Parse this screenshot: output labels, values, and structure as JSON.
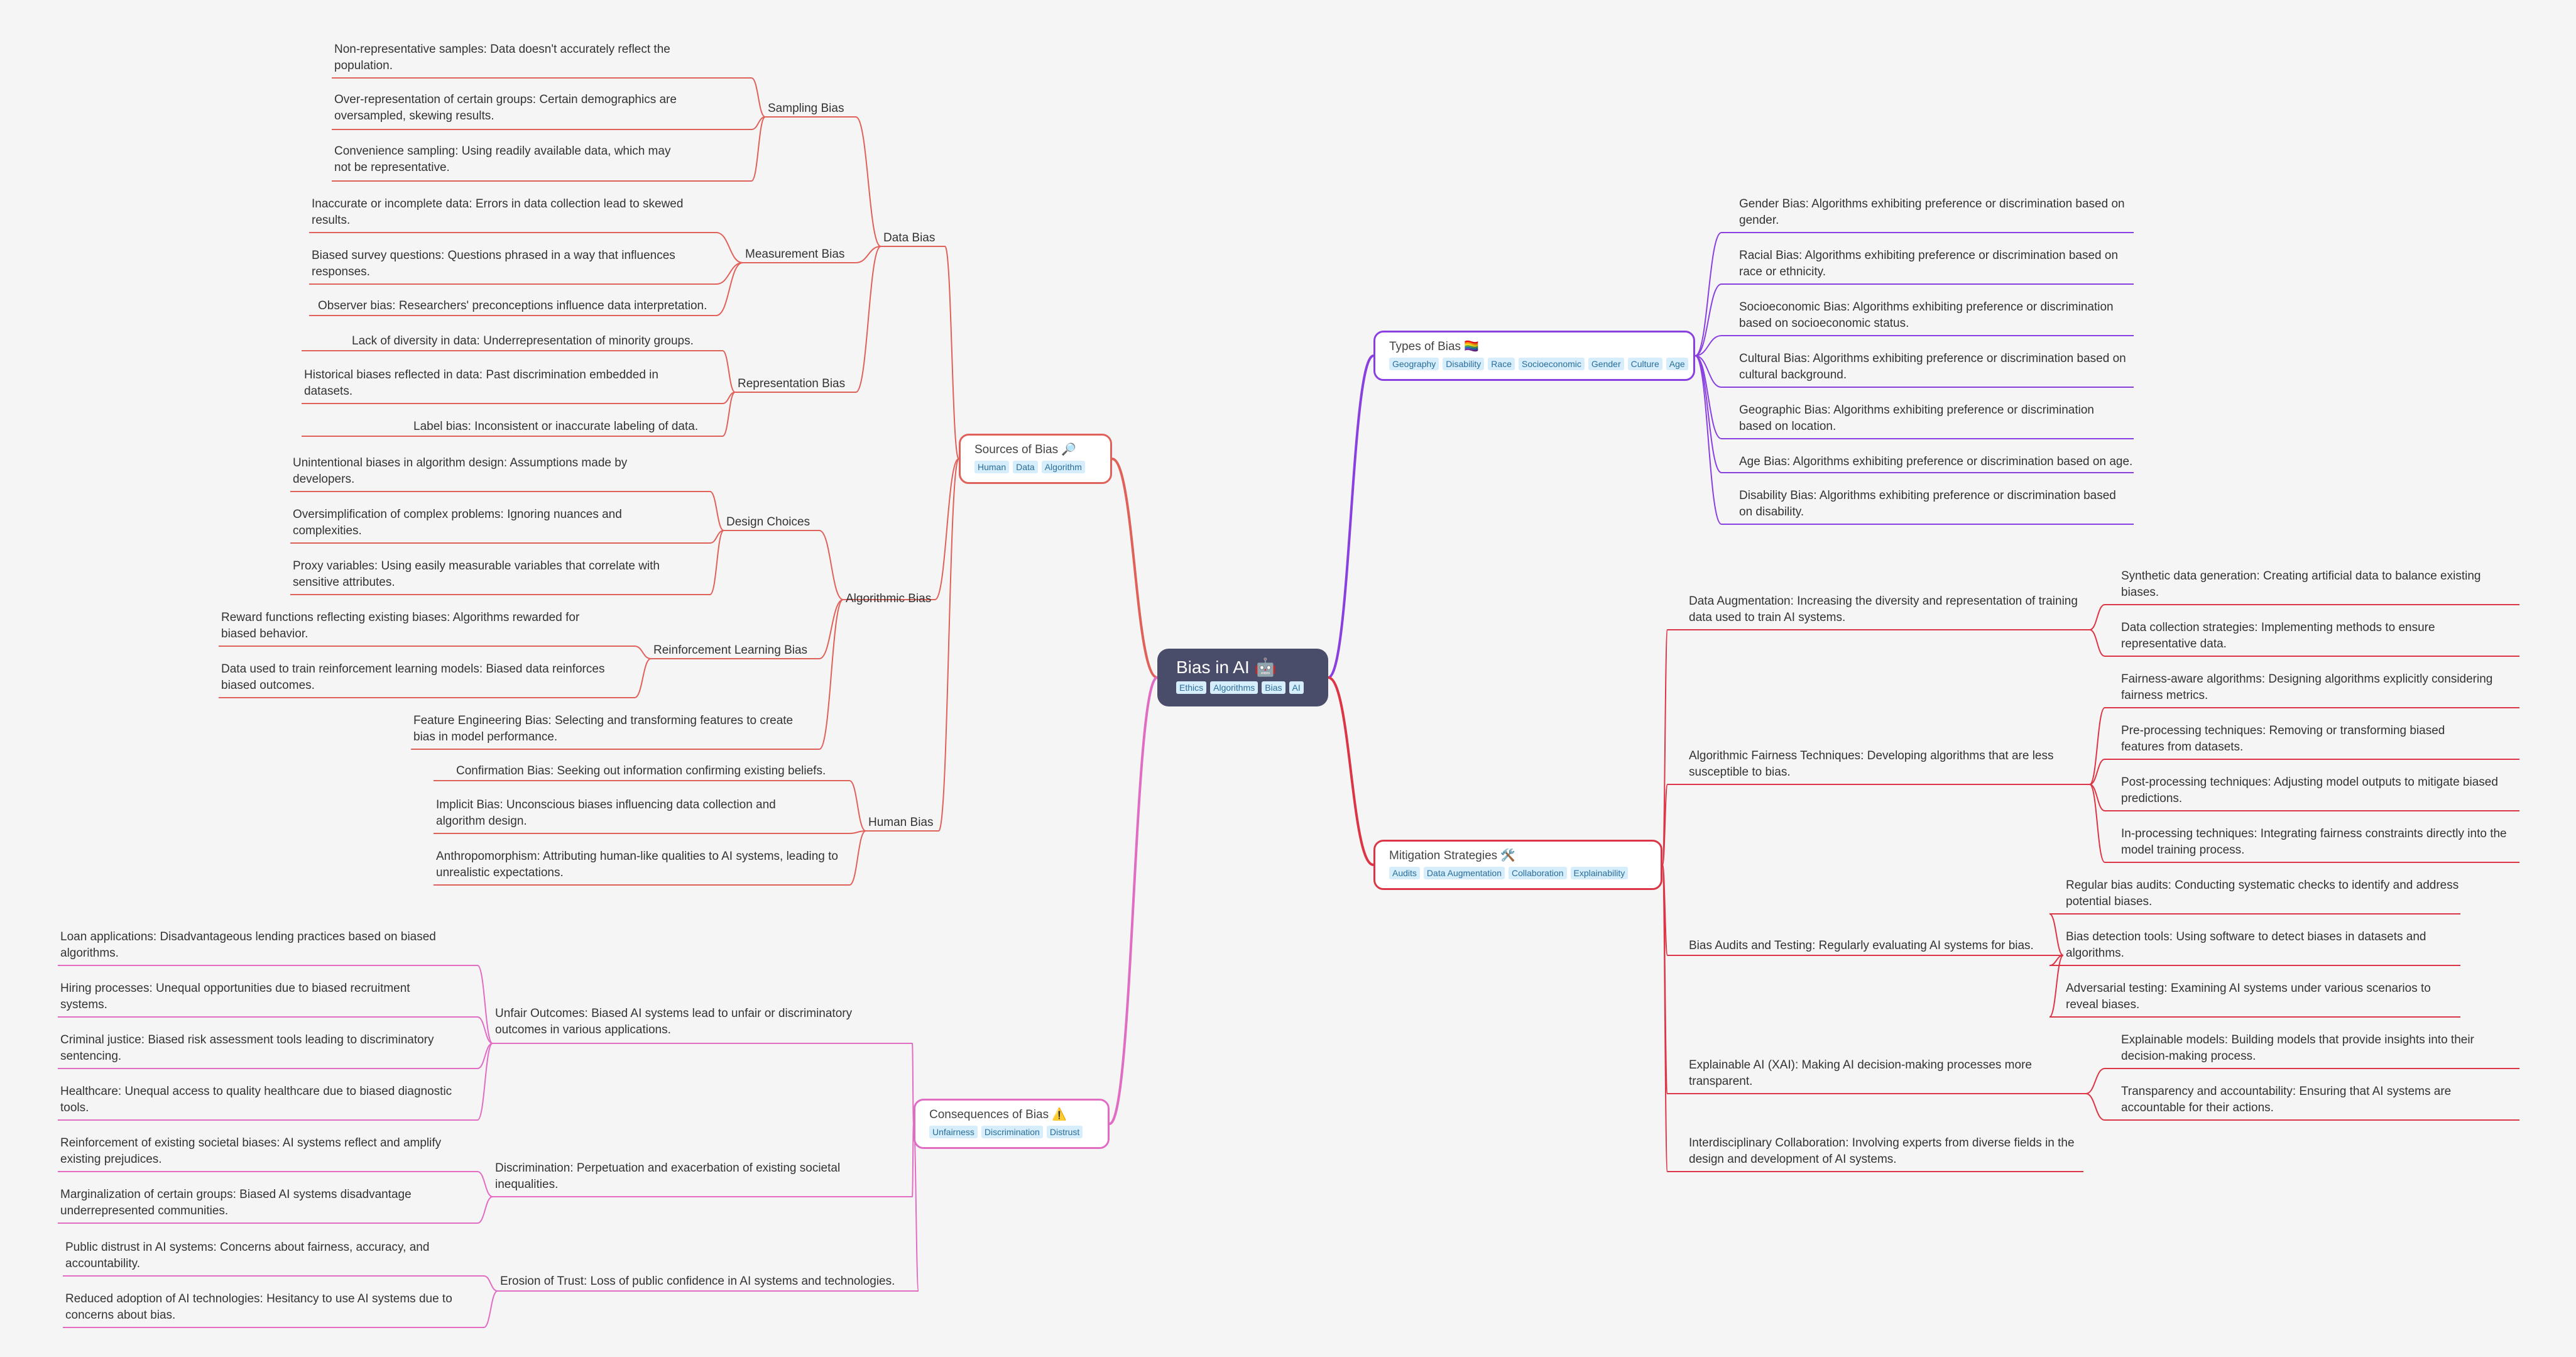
{
  "root": {
    "title": "Bias in AI 🤖",
    "tags": [
      "Ethics",
      "Algorithms",
      "Bias",
      "AI"
    ]
  },
  "sources": {
    "title": "Sources of Bias 🔎",
    "tags": [
      "Human",
      "Data",
      "Algorithm"
    ],
    "data_bias": {
      "label": "Data Bias",
      "sampling": {
        "label": "Sampling Bias",
        "items": [
          "Non-representative samples: Data doesn't accurately reflect the population.",
          "Over-representation of certain groups: Certain demographics are oversampled, skewing results.",
          "Convenience sampling: Using readily available data, which may not be representative."
        ]
      },
      "measurement": {
        "label": "Measurement Bias",
        "items": [
          "Inaccurate or incomplete data: Errors in data collection lead to skewed results.",
          "Biased survey questions: Questions phrased in a way that influences responses.",
          "Observer bias: Researchers' preconceptions influence data interpretation."
        ]
      },
      "representation": {
        "label": "Representation Bias",
        "items": [
          "Lack of diversity in data: Underrepresentation of minority groups.",
          "Historical biases reflected in data: Past discrimination embedded in datasets.",
          "Label bias: Inconsistent or inaccurate labeling of data."
        ]
      }
    },
    "algorithmic_bias": {
      "label": "Algorithmic Bias",
      "design": {
        "label": "Design Choices",
        "items": [
          "Unintentional biases in algorithm design: Assumptions made by developers.",
          "Oversimplification of complex problems: Ignoring nuances and complexities.",
          "Proxy variables: Using easily measurable variables that correlate with sensitive attributes."
        ]
      },
      "rl": {
        "label": "Reinforcement Learning Bias",
        "items": [
          "Reward functions reflecting existing biases: Algorithms rewarded for biased behavior.",
          "Data used to train reinforcement learning models: Biased data reinforces biased outcomes."
        ]
      },
      "feature": "Feature Engineering Bias: Selecting and transforming features to create bias in model performance."
    },
    "human_bias": {
      "label": "Human Bias",
      "items": [
        "Confirmation Bias: Seeking out information confirming existing beliefs.",
        "Implicit Bias: Unconscious biases influencing data collection and algorithm design.",
        "Anthropomorphism: Attributing human-like qualities to AI systems, leading to unrealistic expectations."
      ]
    }
  },
  "consequences": {
    "title": "Consequences of Bias ⚠️",
    "tags": [
      "Unfairness",
      "Discrimination",
      "Distrust"
    ],
    "unfair": {
      "label": "Unfair Outcomes: Biased AI systems lead to unfair or discriminatory outcomes in various applications.",
      "items": [
        "Loan applications: Disadvantageous lending practices based on biased algorithms.",
        "Hiring processes: Unequal opportunities due to biased recruitment systems.",
        "Criminal justice: Biased risk assessment tools leading to discriminatory sentencing.",
        "Healthcare: Unequal access to quality healthcare due to biased diagnostic tools."
      ]
    },
    "discrimination": {
      "label": "Discrimination: Perpetuation and exacerbation of existing societal inequalities.",
      "items": [
        "Reinforcement of existing societal biases: AI systems reflect and amplify existing prejudices.",
        "Marginalization of certain groups: Biased AI systems disadvantage underrepresented communities."
      ]
    },
    "trust": {
      "label": "Erosion of Trust: Loss of public confidence in AI systems and technologies.",
      "items": [
        "Public distrust in AI systems: Concerns about fairness, accuracy, and accountability.",
        "Reduced adoption of AI technologies: Hesitancy to use AI systems due to concerns about bias."
      ]
    }
  },
  "types": {
    "title": "Types of Bias 🏳️‍🌈",
    "tags": [
      "Geography",
      "Disability",
      "Race",
      "Socioeconomic",
      "Gender",
      "Culture",
      "Age"
    ],
    "items": [
      "Gender Bias: Algorithms exhibiting preference or discrimination based on gender.",
      "Racial Bias: Algorithms exhibiting preference or discrimination based on race or ethnicity.",
      "Socioeconomic Bias: Algorithms exhibiting preference or discrimination based on socioeconomic status.",
      "Cultural Bias: Algorithms exhibiting preference or discrimination based on cultural background.",
      "Geographic Bias: Algorithms exhibiting preference or discrimination based on location.",
      "Age Bias: Algorithms exhibiting preference or discrimination based on age.",
      "Disability Bias: Algorithms exhibiting preference or discrimination based on disability."
    ]
  },
  "mitigation": {
    "title": "Mitigation Strategies 🛠️",
    "tags": [
      "Audits",
      "Data Augmentation",
      "Collaboration",
      "Explainability"
    ],
    "augmentation": {
      "label": "Data Augmentation: Increasing the diversity and representation of training data used to train AI systems.",
      "items": [
        "Synthetic data generation: Creating artificial data to balance existing biases.",
        "Data collection strategies: Implementing methods to ensure representative data."
      ]
    },
    "fairness": {
      "label": "Algorithmic Fairness Techniques: Developing algorithms that are less susceptible to bias.",
      "items": [
        "Fairness-aware algorithms: Designing algorithms explicitly considering fairness metrics.",
        "Pre-processing techniques: Removing or transforming biased features from datasets.",
        "Post-processing techniques: Adjusting model outputs to mitigate biased predictions.",
        "In-processing techniques: Integrating fairness constraints directly into the model training process."
      ]
    },
    "audits": {
      "label": "Bias Audits and Testing: Regularly evaluating AI systems for bias.",
      "items": [
        "Regular bias audits: Conducting systematic checks to identify and address potential biases.",
        "Bias detection tools: Using software to detect biases in datasets and algorithms.",
        "Adversarial testing: Examining AI systems under various scenarios to reveal biases."
      ]
    },
    "xai": {
      "label": "Explainable AI (XAI): Making AI decision-making processes more transparent.",
      "items": [
        "Explainable models: Building models that provide insights into their decision-making process.",
        "Transparency and accountability: Ensuring that AI systems are accountable for their actions."
      ]
    },
    "collab": "Interdisciplinary Collaboration: Involving experts from diverse fields in the design and development of AI systems."
  },
  "colors": {
    "sources": "#e0605a",
    "consequences": "#e06cc4",
    "types": "#8a3fe0",
    "mitigation": "#dc3545",
    "root": "#4a4d6a",
    "tag_bg": "#d6eefc"
  }
}
